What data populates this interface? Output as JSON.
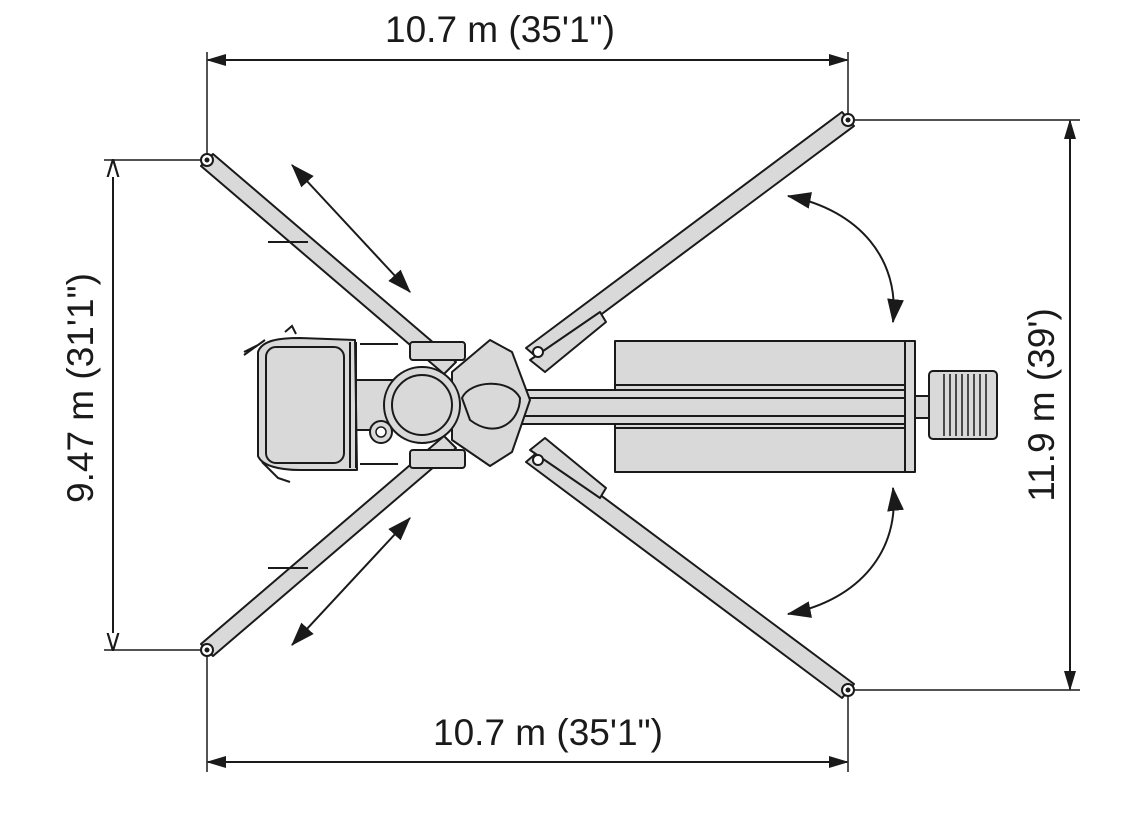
{
  "diagram": {
    "colors": {
      "line": "#1a1a1a",
      "body": "#d9d9d9",
      "background": "#ffffff"
    },
    "dimensions": {
      "top_width": "10.7 m (35'1\")",
      "bottom_width": "10.7 m (35'1\")",
      "left_height": "9.47 m (31'1\")",
      "right_height": "11.9 m (39')"
    }
  }
}
